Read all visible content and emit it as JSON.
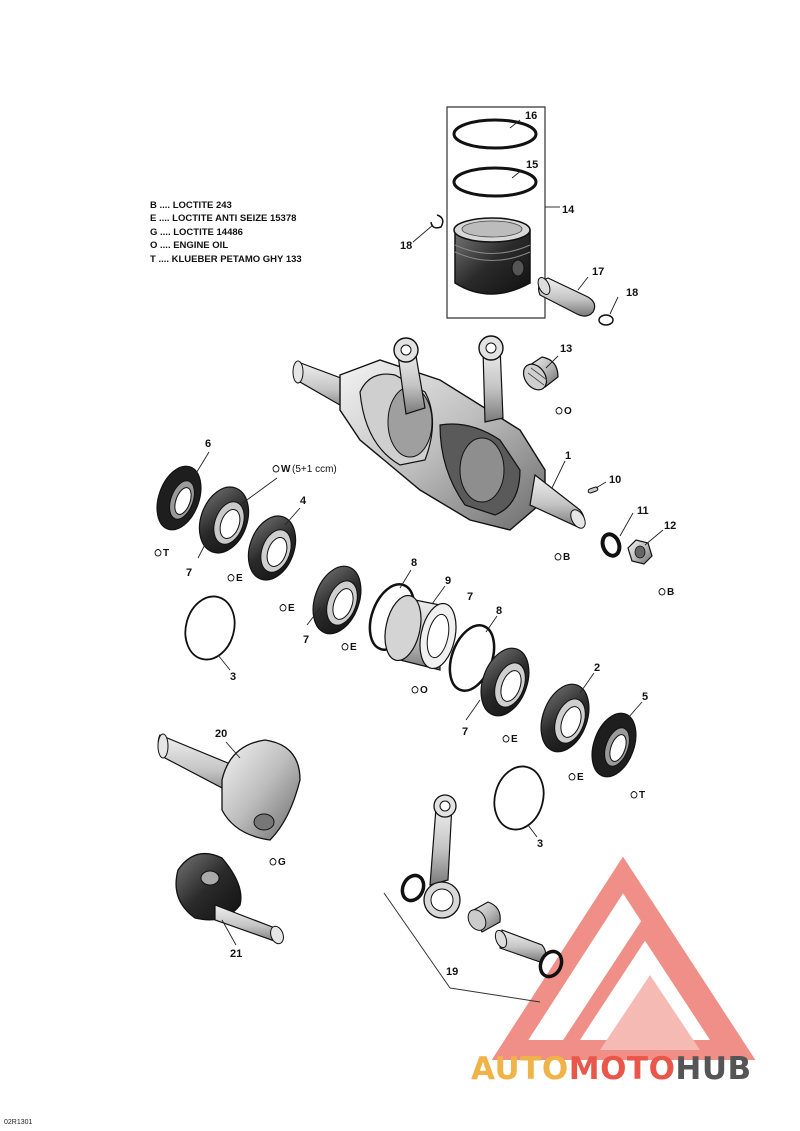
{
  "legend": [
    {
      "code": "B",
      "text": "B .... LOCTITE 243"
    },
    {
      "code": "E",
      "text": "E .... LOCTITE ANTI SEIZE 15378"
    },
    {
      "code": "G",
      "text": "G .... LOCTITE 14486"
    },
    {
      "code": "O",
      "text": "O .... ENGINE OIL"
    },
    {
      "code": "T",
      "text": "T .... KLUEBER PETAMO GHY 133"
    }
  ],
  "part_numbers": [
    "1",
    "2",
    "3",
    "3",
    "4",
    "5",
    "6",
    "7",
    "7",
    "7",
    "7",
    "8",
    "8",
    "9",
    "10",
    "11",
    "12",
    "13",
    "14",
    "15",
    "16",
    "17",
    "18",
    "18",
    "19",
    "20",
    "21"
  ],
  "callout_letters": {
    "W": "W",
    "W_detail": "(5+1 ccm)",
    "O": "O",
    "B": "B",
    "E": "E",
    "T": "T",
    "G": "G"
  },
  "watermark": {
    "part1": "AUTO",
    "part2": "MOTO",
    "part3": "HUB",
    "color1": "#f0b347",
    "color2": "#e9574a",
    "color3": "#555555"
  },
  "illustration_code": "02R1301",
  "colors": {
    "line": "#111111",
    "metal_light": "#d6d6d6",
    "metal_mid": "#a9a9a9",
    "metal_dark": "#3c3c3c"
  }
}
